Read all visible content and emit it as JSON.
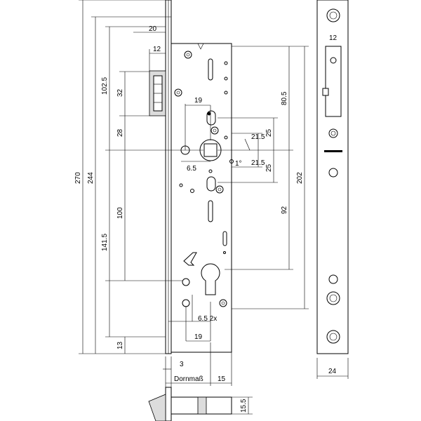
{
  "dimensions": {
    "d20": "20",
    "d12_top": "12",
    "d102_5": "102.5",
    "d32": "32",
    "d28": "28",
    "d270": "270",
    "d244": "244",
    "d100": "100",
    "d141_5": "141.5",
    "d13": "13",
    "d19_top": "19",
    "d6_5": "6.5",
    "d21_5_a": "21.5",
    "d21_5_b": "21.5",
    "d25_a": "25",
    "d25_b": "25",
    "d1deg": "1°",
    "d80_5": "80.5",
    "d202": "202",
    "d92": "92",
    "d6_5_2x": "6.5 2x",
    "d19_bottom": "19",
    "d3": "3",
    "dommass": "Dornmaß",
    "d15": "15",
    "d15_5": "15.5",
    "d12_side": "12",
    "d24": "24"
  },
  "colors": {
    "line": "#000000",
    "fill_light": "#dcdcdc",
    "background": "#ffffff"
  }
}
